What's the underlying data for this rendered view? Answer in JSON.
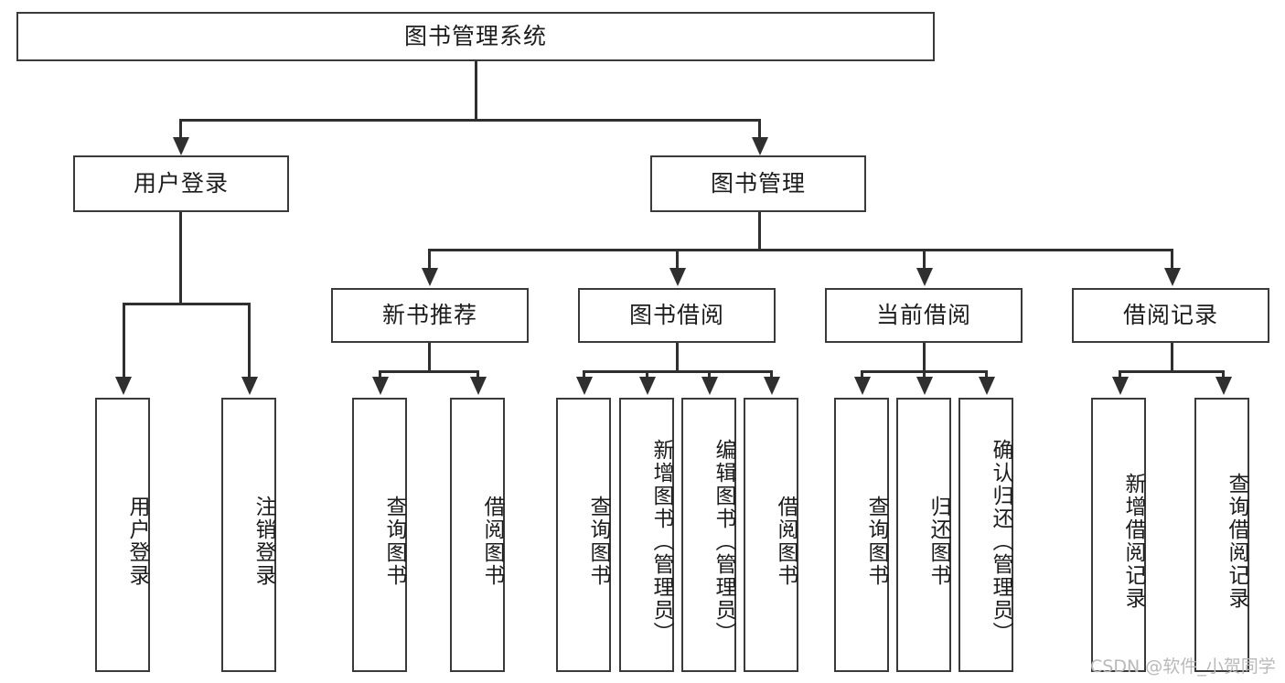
{
  "diagram": {
    "type": "tree",
    "title": "图书管理系统",
    "orientation": "top-down",
    "colors": {
      "box_border": "#3a3a3a",
      "connector": "#2f2f2f",
      "text": "#1c1c1c",
      "background": "#ffffff",
      "watermark": "#b9b9b9"
    }
  },
  "watermark": {
    "text": "CSDN @软件_小贺同学"
  },
  "nodes": {
    "root": {
      "label": "图书管理系统",
      "level": 0,
      "orientation": "horizontal"
    },
    "l1": [
      {
        "id": "user_login",
        "label": "用户登录",
        "orientation": "horizontal"
      },
      {
        "id": "book_manage",
        "label": "图书管理",
        "orientation": "horizontal"
      }
    ],
    "l2": [
      {
        "id": "new_book_rec",
        "label": "新书推荐",
        "orientation": "horizontal",
        "parent": "book_manage"
      },
      {
        "id": "book_borrow",
        "label": "图书借阅",
        "orientation": "horizontal",
        "parent": "book_manage"
      },
      {
        "id": "current_borrow",
        "label": "当前借阅",
        "orientation": "horizontal",
        "parent": "book_manage"
      },
      {
        "id": "borrow_record",
        "label": "借阅记录",
        "orientation": "horizontal",
        "parent": "book_manage"
      }
    ],
    "leaves": [
      {
        "id": "leaf_user_login",
        "label": "用户登录",
        "parent": "user_login",
        "orientation": "vertical"
      },
      {
        "id": "leaf_user_logout",
        "label": "注销登录",
        "parent": "user_login",
        "orientation": "vertical"
      },
      {
        "id": "leaf_query_book_1",
        "label": "查询图书",
        "parent": "new_book_rec",
        "orientation": "vertical"
      },
      {
        "id": "leaf_borrow_book_1",
        "label": "借阅图书",
        "parent": "new_book_rec",
        "orientation": "vertical"
      },
      {
        "id": "leaf_query_book_2",
        "label": "查询图书",
        "parent": "book_borrow",
        "orientation": "vertical"
      },
      {
        "id": "leaf_add_book",
        "label": "新增图书（管理员）",
        "parent": "book_borrow",
        "orientation": "vertical"
      },
      {
        "id": "leaf_edit_book",
        "label": "编辑图书（管理员）",
        "parent": "book_borrow",
        "orientation": "vertical"
      },
      {
        "id": "leaf_borrow_book_2",
        "label": "借阅图书",
        "parent": "book_borrow",
        "orientation": "vertical"
      },
      {
        "id": "leaf_query_book_3",
        "label": "查询图书",
        "parent": "current_borrow",
        "orientation": "vertical"
      },
      {
        "id": "leaf_return_book",
        "label": "归还图书",
        "parent": "current_borrow",
        "orientation": "vertical"
      },
      {
        "id": "leaf_confirm_return",
        "label": "确认归还（管理员）",
        "parent": "current_borrow",
        "orientation": "vertical"
      },
      {
        "id": "leaf_add_record",
        "label": "新增借阅记录",
        "parent": "borrow_record",
        "orientation": "vertical"
      },
      {
        "id": "leaf_query_record",
        "label": "查询借阅记录",
        "parent": "borrow_record",
        "orientation": "vertical"
      }
    ]
  }
}
